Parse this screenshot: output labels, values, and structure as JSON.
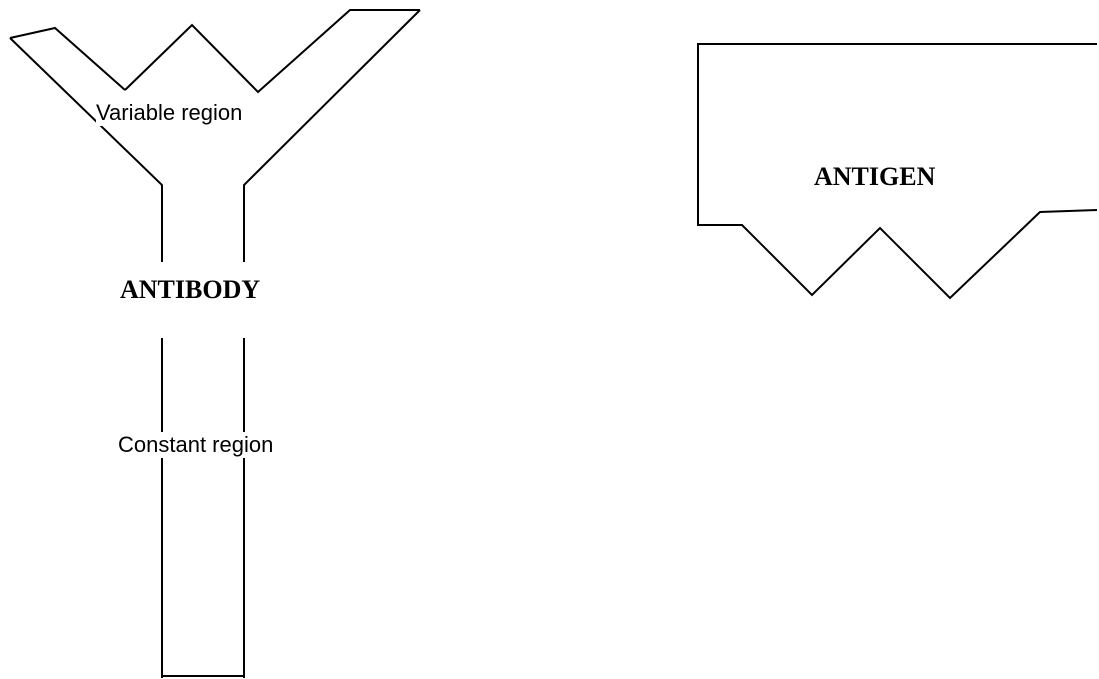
{
  "antibody": {
    "title": "ANTIBODY",
    "variable_region_label": "Variable region",
    "constant_region_label": "Constant region"
  },
  "antigen": {
    "title": "ANTIGEN"
  },
  "colors": {
    "line": "#000000",
    "background": "#ffffff"
  }
}
